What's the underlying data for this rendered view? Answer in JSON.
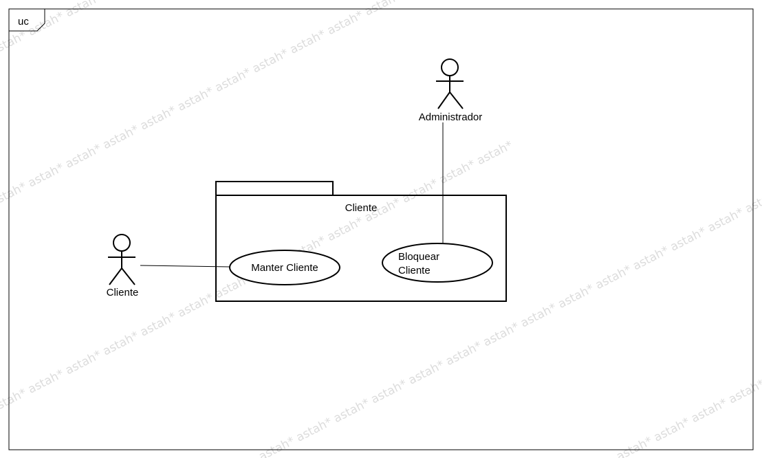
{
  "frame": {
    "tag": "uc"
  },
  "watermark": {
    "text": "astah*",
    "color": "#dcdcdc"
  },
  "actors": {
    "administrador": {
      "name": "Administrador"
    },
    "cliente": {
      "name": "Cliente"
    }
  },
  "package": {
    "name": "Cliente"
  },
  "use_cases": {
    "manter_cliente": {
      "line1": "Manter Cliente"
    },
    "bloquear_cliente": {
      "line1": "Bloquear",
      "line2": "Cliente"
    }
  }
}
